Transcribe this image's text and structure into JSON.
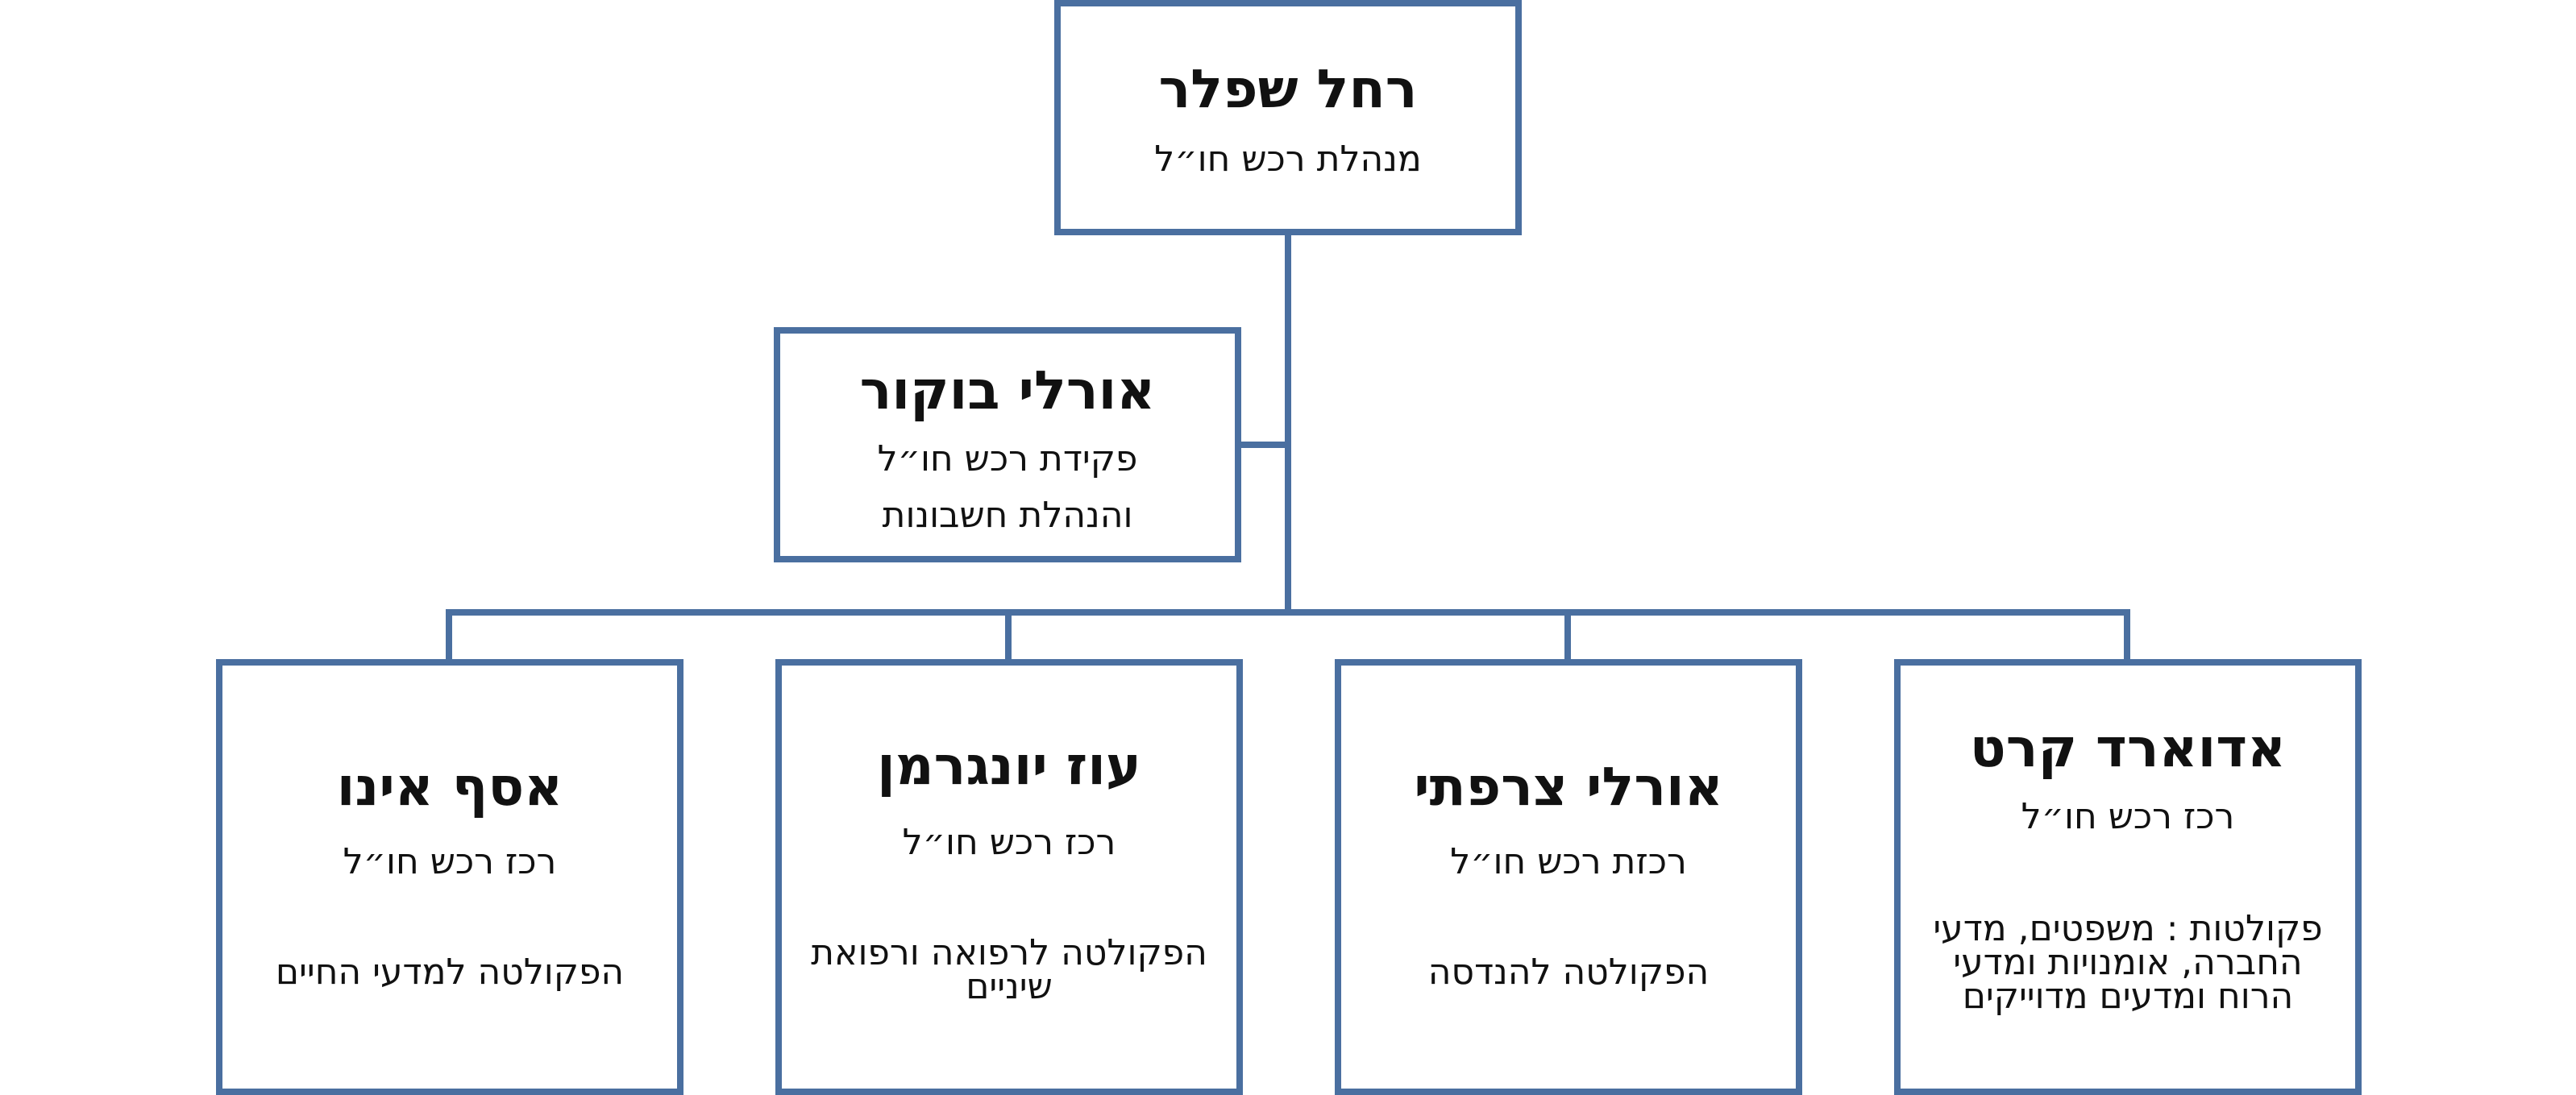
{
  "nodes": {
    "top": {
      "name": "רחל שפלר",
      "role": "מנהלת רכש חו״ל"
    },
    "assistant": {
      "name": "אורלי בוקור",
      "role_line1": "פקידת רכש חו״ל",
      "role_line2": "והנהלת חשבונות"
    },
    "coord1": {
      "name": "אדוארד קרט",
      "role": "רכז רכש חו״ל",
      "dept_line1": "פקולטות : משפטים, מדעי",
      "dept_line2": "החברה, אומנויות ומדעי",
      "dept_line3": "הרוח ומדעים מדוייקים"
    },
    "coord2": {
      "name": "אורלי צרפתי",
      "role": "רכזת רכש חו״ל",
      "dept": "הפקולטה להנדסה"
    },
    "coord3": {
      "name": "עוז יונגרמן",
      "role": "רכז רכש חו״ל",
      "dept_line1": "הפקולטה לרפואה ורפואת",
      "dept_line2": "שיניים"
    },
    "coord4": {
      "name": "אסף אינו",
      "role": "רכז רכש חו״ל",
      "dept": "הפקולטה למדעי החיים"
    }
  },
  "colors": {
    "border": "#4a6fa0",
    "text": "#111111",
    "background": "#ffffff"
  }
}
